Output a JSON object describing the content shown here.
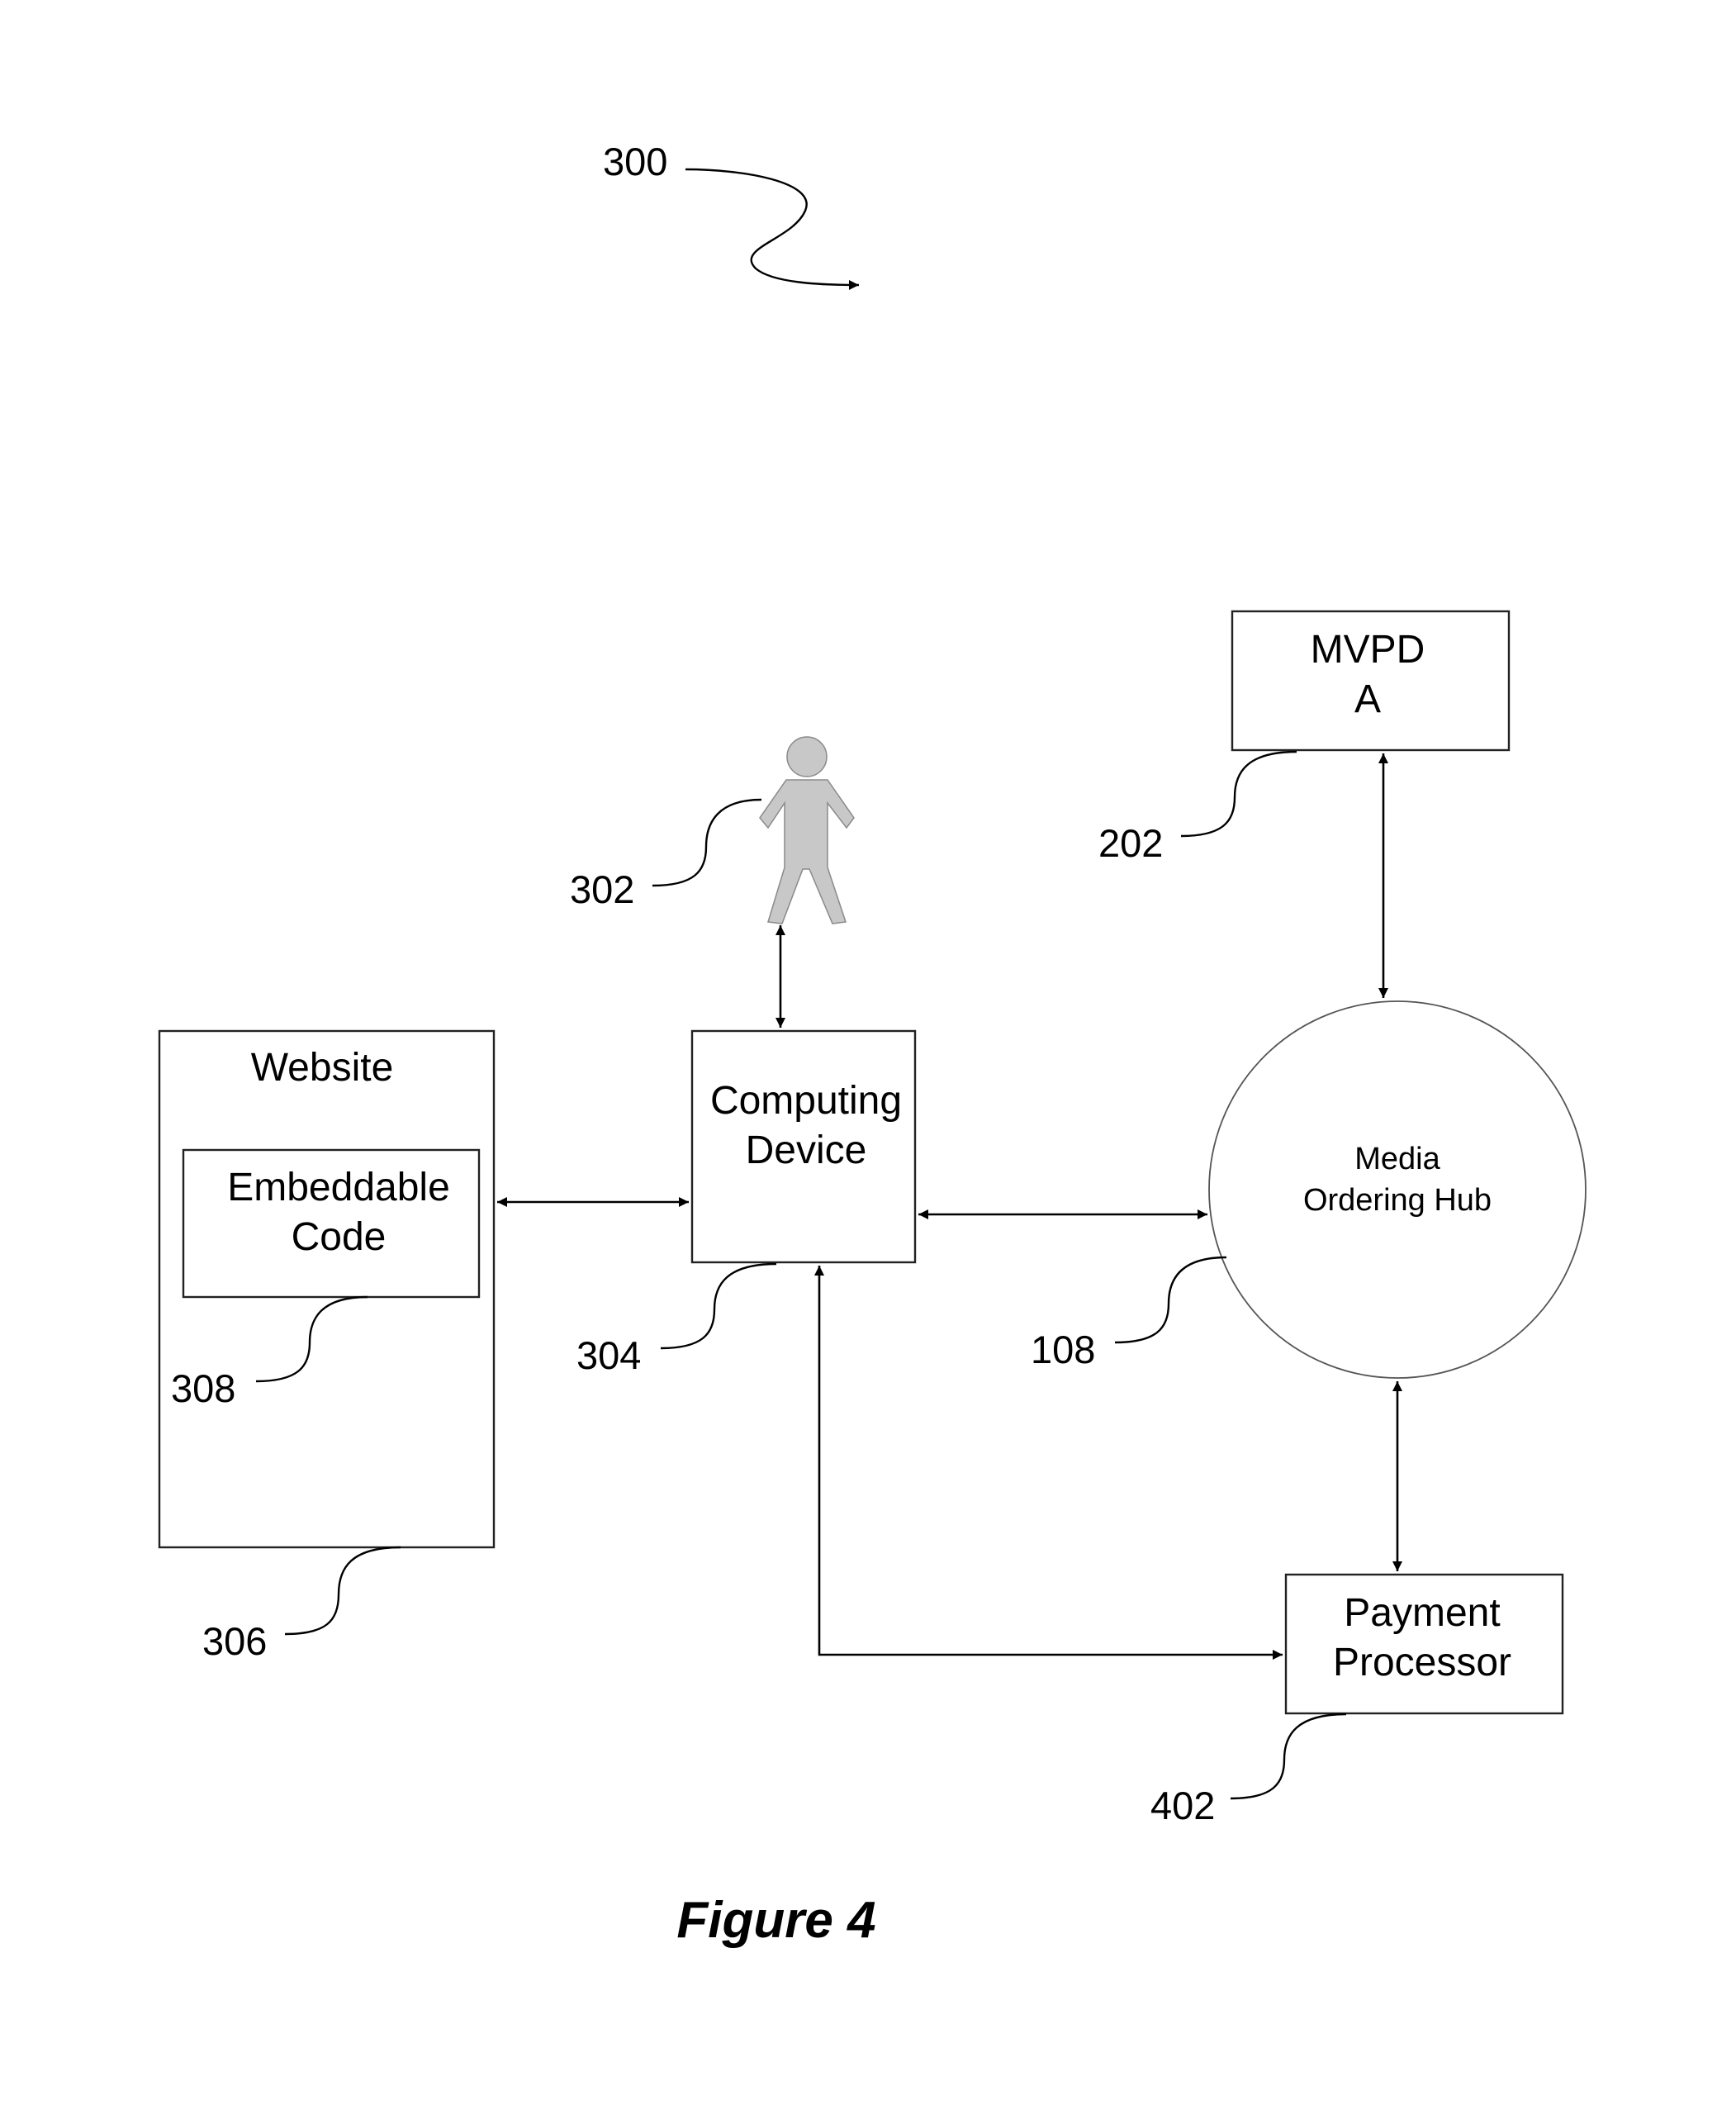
{
  "figure": {
    "number": "300",
    "caption": "Figure 4"
  },
  "nodes": {
    "mvpd": {
      "line1": "MVPD",
      "line2": "A",
      "ref": "202"
    },
    "user": {
      "ref": "302",
      "icon": "person-icon"
    },
    "computing_device": {
      "line1": "Computing",
      "line2": "Device",
      "ref": "304"
    },
    "website": {
      "title": "Website",
      "ref": "306"
    },
    "embeddable_code": {
      "line1": "Embeddable",
      "line2": "Code",
      "ref": "308"
    },
    "media_ordering_hub": {
      "line1": "Media",
      "line2": "Ordering Hub",
      "ref": "108"
    },
    "payment_processor": {
      "line1": "Payment",
      "line2": "Processor",
      "ref": "402"
    }
  },
  "colors": {
    "line": "#000000",
    "person_fill": "#c8c8c8"
  }
}
